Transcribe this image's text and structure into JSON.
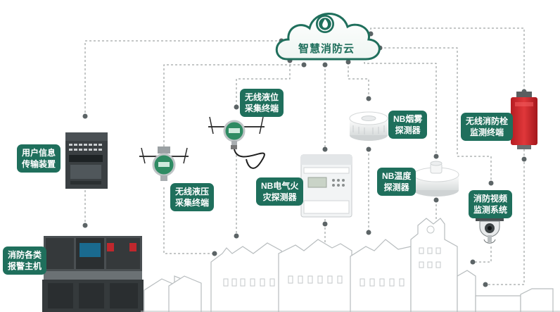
{
  "cloud": {
    "title": "智慧消防云"
  },
  "devices": {
    "user_info": {
      "line1": "用户信息",
      "line2": "传输装置"
    },
    "fire_alarm_host": {
      "line1": "消防各类",
      "line2": "报警主机"
    },
    "wireless_pressure": {
      "line1": "无线液压",
      "line2": "采集终端"
    },
    "wireless_level": {
      "line1": "无线液位",
      "line2": "采集终端"
    },
    "nb_electric": {
      "line1": "NB电气火",
      "line2": "灾探测器"
    },
    "nb_smoke": {
      "line1": "NB烟雾",
      "line2": "探测器"
    },
    "nb_temp": {
      "line1": "NB温度",
      "line2": "探测器"
    },
    "hydrant": {
      "line1": "无线消防栓",
      "line2": "监测终端"
    },
    "video": {
      "line1": "消防视频",
      "line2": "监测系统"
    }
  },
  "colors": {
    "accent": "#1f6f5c",
    "line": "#8a8f8f",
    "node": "#5c6466",
    "hydrant": "#d9282e"
  }
}
